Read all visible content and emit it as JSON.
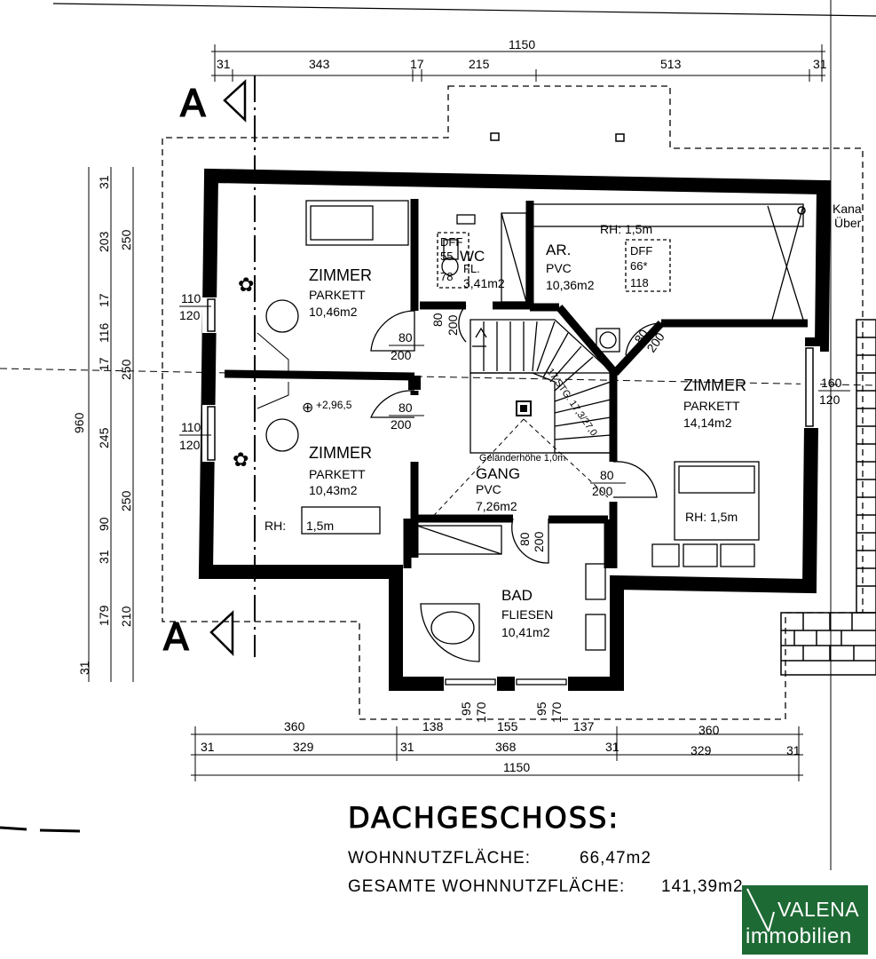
{
  "section_label": "A",
  "dims_top": {
    "total": "1150",
    "parts": [
      "31",
      "343",
      "17",
      "215",
      "513",
      "31"
    ]
  },
  "dims_bottom": {
    "row1": [
      "360",
      "138",
      "155",
      "137",
      "360"
    ],
    "row2": [
      "31",
      "329",
      "31",
      "368",
      "31",
      "329",
      "31"
    ],
    "total": "1150"
  },
  "dims_left": {
    "total": "960",
    "inner": [
      "31",
      "203",
      "17",
      "116",
      "17",
      "245",
      "90",
      "31",
      "179",
      "31"
    ],
    "outer": [
      "250",
      "250",
      "250",
      "210"
    ]
  },
  "rooms": [
    {
      "name": "ZIMMER",
      "floor": "PARKETT",
      "area": "10,46m2"
    },
    {
      "name": "WC",
      "floor": "FL.",
      "area": "3,41m2"
    },
    {
      "name": "AR.",
      "floor": "PVC",
      "area": "10,36m2"
    },
    {
      "name": "ZIMMER",
      "floor": "PARKETT",
      "area": "14,14m2"
    },
    {
      "name": "ZIMMER",
      "floor": "PARKETT",
      "area": "10,43m2"
    },
    {
      "name": "GANG",
      "floor": "PVC",
      "area": "7,26m2"
    },
    {
      "name": "BAD",
      "floor": "FLIESEN",
      "area": "10,41m2"
    }
  ],
  "annotations": {
    "rh_ar": "RH: 1,5m",
    "rh_zimmer_left": "RH:",
    "rh_zimmer_left_value": "1,5m",
    "rh_zimmer_right": "RH: 1,5m",
    "dff_wc": [
      "DFF",
      "55",
      "78"
    ],
    "dff_ar": [
      "DFF",
      "66*",
      "118"
    ],
    "elevation": "+2,96,5",
    "railing": "Geländerhöhe 1,0m",
    "stairs": "17 STG. 17,3/27,0",
    "kanal": "Kana",
    "uber": "Über"
  },
  "openings": {
    "window_top_left": [
      "110",
      "120"
    ],
    "window_mid_left": [
      "110",
      "120"
    ],
    "window_right": [
      "160",
      "120"
    ],
    "door_zimmer_top": [
      "80",
      "200"
    ],
    "door_wc": [
      "80",
      "200"
    ],
    "door_zimmer_mid": [
      "80",
      "200"
    ],
    "door_ar": [
      "80",
      "200"
    ],
    "door_zimmer_right": [
      "80",
      "200"
    ],
    "door_bad": [
      "80",
      "200"
    ],
    "window_bad_left": [
      "95",
      "170"
    ],
    "window_bad_right": [
      "95",
      "170"
    ]
  },
  "title": "DACHGESCHOSS:",
  "summary": [
    {
      "label": "WOHNNUTZFLÄCHE:",
      "value": "66,47m2"
    },
    {
      "label": "GESAMTE WOHNNUTZFLÄCHE:",
      "value": "141,39m2"
    }
  ],
  "brand": {
    "name": "VALENA",
    "sub": "immobilien",
    "color": "#1e6a35"
  }
}
